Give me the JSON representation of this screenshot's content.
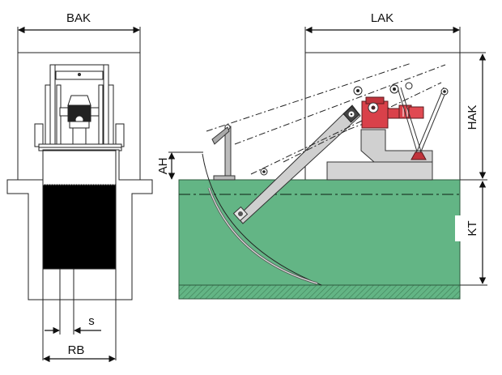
{
  "front_view": {
    "dimension_width_label": "BAK",
    "dimension_rake_width_label": "RB",
    "dimension_spacing_label": "s"
  },
  "side_view": {
    "dimension_length_label": "LAK",
    "dimension_height_label": "HAK",
    "dimension_channel_depth_label": "KT",
    "dimension_discharge_height_label": "AH"
  },
  "colors": {
    "channel_water": "#63b585",
    "channel_floor": "#4f9a6c",
    "drive_unit": "#d9414a",
    "frame_gray": "#cfcfcf",
    "screen_black": "#000000",
    "line": "#222222"
  }
}
